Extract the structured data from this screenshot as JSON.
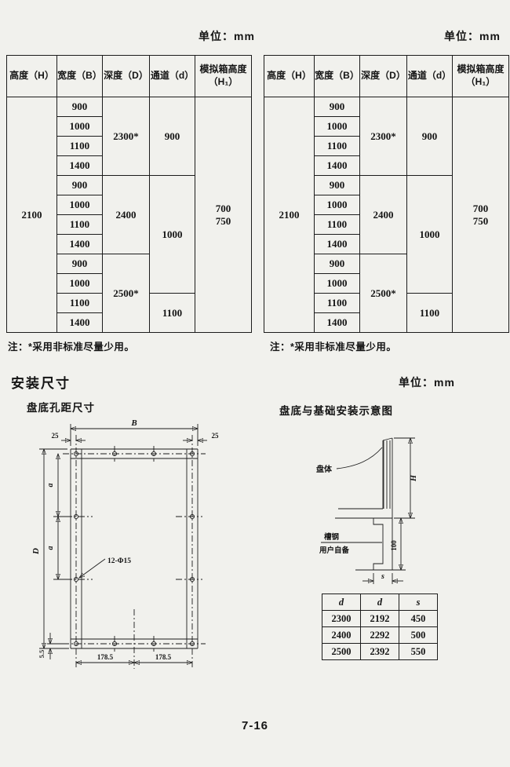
{
  "page": {
    "unit_top_left": "单位：mm",
    "unit_top_right": "单位：mm",
    "footer_page_number": "7-16"
  },
  "dim_headers": {
    "height": "高度（H）",
    "width": "宽度（B）",
    "depth": "深度（D）",
    "channel": "通道（d）",
    "sim_box_line1": "模拟箱高度",
    "sim_box_line2": "（H₁）"
  },
  "left_table": {
    "height": "2100",
    "widths": [
      "900",
      "1000",
      "1100",
      "1400",
      "900",
      "1000",
      "1100",
      "1400",
      "900",
      "1000",
      "1100",
      "1400"
    ],
    "depths": [
      "2300*",
      "2400",
      "2500*"
    ],
    "channels": [
      "900",
      "1000",
      "1100"
    ],
    "sim_box_heights": [
      "700",
      "750"
    ],
    "note": "注：*采用非标准尽量少用。"
  },
  "right_table": {
    "height": "2100",
    "widths": [
      "900",
      "1000",
      "1100",
      "1400",
      "900",
      "1000",
      "1100",
      "1400",
      "900",
      "1000",
      "1100",
      "1400"
    ],
    "depths": [
      "2300*",
      "2400",
      "2500*"
    ],
    "channels": [
      "900",
      "1000",
      "1100"
    ],
    "sim_box_heights": [
      "700",
      "750"
    ],
    "note": "注：*采用非标准尽量少用。"
  },
  "install_section": {
    "title": "安装尺寸",
    "unit_label": "单位：mm",
    "hole_drawing": {
      "title": "盘底孔距尺寸",
      "labels": {
        "width_b": "B",
        "offset_left": "25",
        "offset_right": "25",
        "depth_d": "D",
        "pitch_a_upper": "a",
        "pitch_a_lower": "a",
        "holes_callout": "12-Φ15",
        "edge_offset": "5.5",
        "pitch_left": "178.5",
        "pitch_right": "178.5"
      }
    },
    "foundation_drawing": {
      "title": "盘底与基础安装示意图",
      "labels": {
        "panel_body": "盘体",
        "channel_steel": "槽钢",
        "user_supplied": "用户自备",
        "height_h": "H",
        "foundation_depth": "100",
        "spacing_s": "s"
      }
    },
    "size_table": {
      "headers": [
        "d",
        "d",
        "s"
      ],
      "rows": [
        [
          "2300",
          "2192",
          "450"
        ],
        [
          "2400",
          "2292",
          "500"
        ],
        [
          "2500",
          "2392",
          "550"
        ]
      ]
    }
  }
}
